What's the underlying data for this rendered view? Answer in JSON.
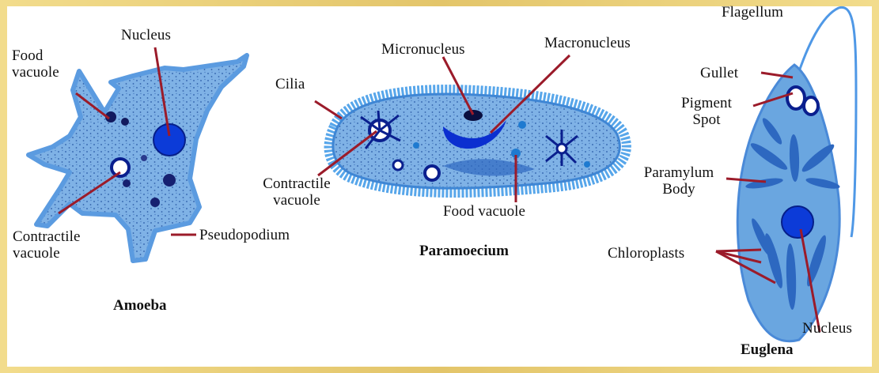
{
  "diagram": {
    "organisms": [
      {
        "name": "Amoeba",
        "labels": [
          "Nucleus",
          "Food vacuole",
          "Contractile vacuole",
          "Pseudopodium"
        ]
      },
      {
        "name": "Paramoecium",
        "labels": [
          "Cilia",
          "Micronucleus",
          "Macronucleus",
          "Contractile vacuole",
          "Food vacuole"
        ]
      },
      {
        "name": "Euglena",
        "labels": [
          "Flagellum",
          "Gullet",
          "Pigment Spot",
          "Paramylum Body",
          "Chloroplasts",
          "Nucleus"
        ]
      }
    ]
  },
  "colors": {
    "frame": "#e8cc7a",
    "cell_fill": "#6aa6e0",
    "cell_edge": "#3f86d4",
    "organelle_dark": "#0c1f8a",
    "leader_line": "#9b1b2a"
  }
}
